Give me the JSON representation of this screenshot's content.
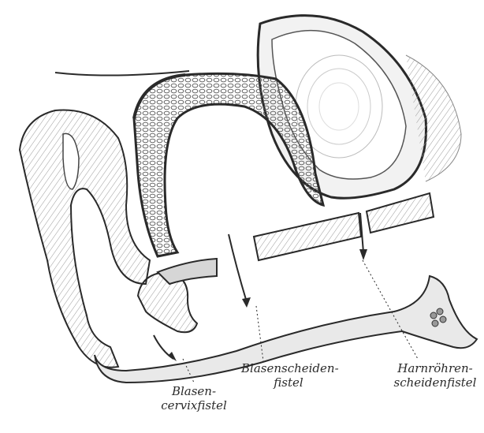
{
  "labels": {
    "cervix": {
      "line1": "Blasen-",
      "line2": "cervixfistel"
    },
    "scheiden": {
      "line1": "Blasenscheiden-",
      "line2": "fistel"
    },
    "harn": {
      "line1": "Harnröhren-",
      "line2": "scheidenfistel"
    }
  },
  "colors": {
    "ink": "#2a2a2a",
    "tissue": "#d6d6d6",
    "tissue_dark": "#a9a9a9",
    "background": "#ffffff"
  }
}
